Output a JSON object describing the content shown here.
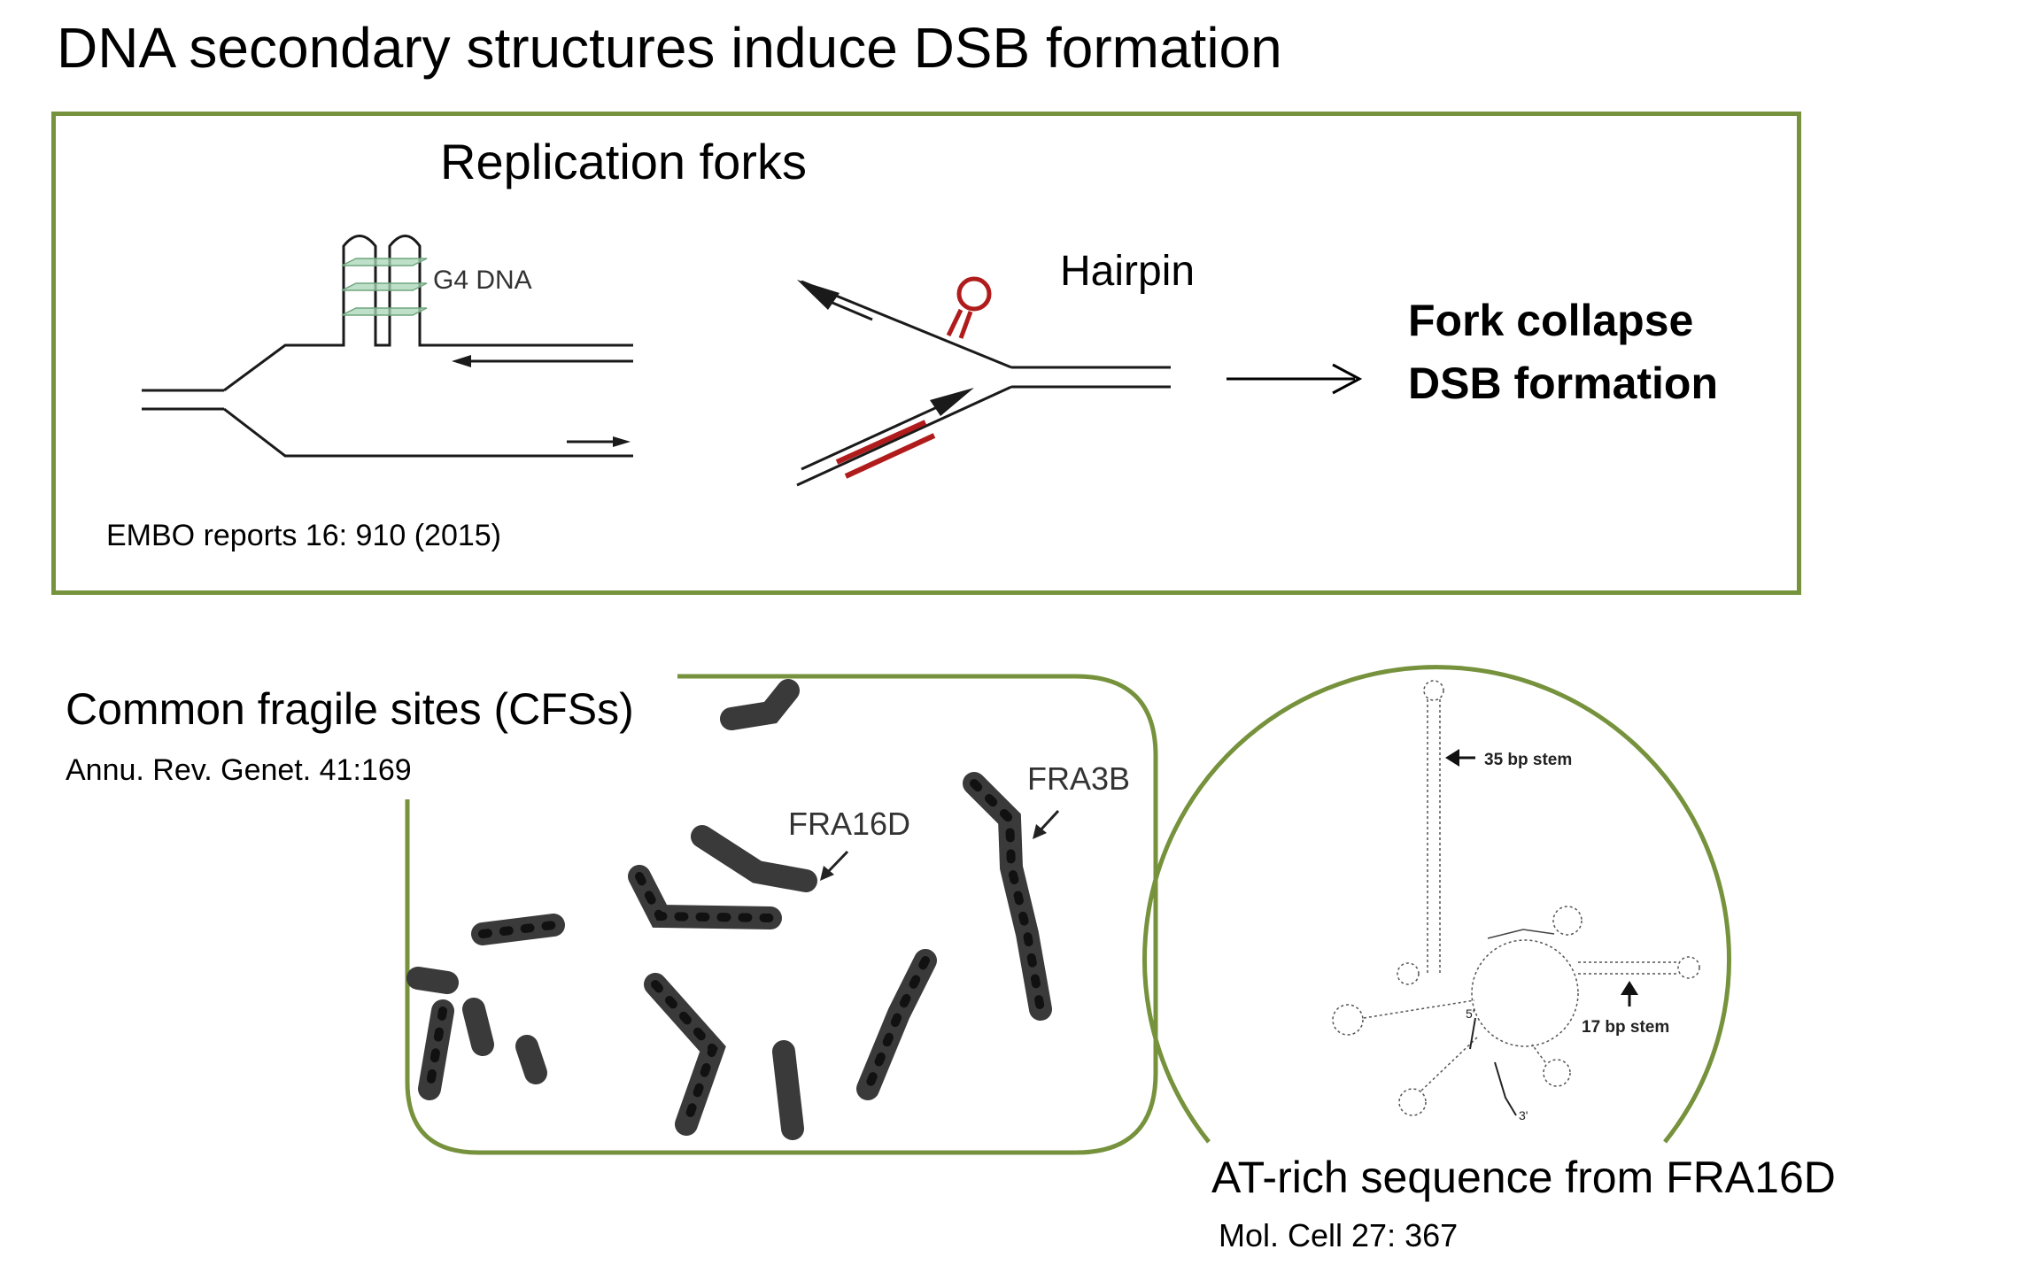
{
  "title": "DNA secondary structures induce DSB formation",
  "replication": {
    "heading": "Replication forks",
    "g4_label": "G4 DNA",
    "hairpin_label": "Hairpin",
    "outcome_line1": "Fork collapse",
    "outcome_line2": "DSB formation",
    "reference": "EMBO reports 16: 910 (2015)"
  },
  "fragile_sites": {
    "heading": "Common fragile sites (CFSs)",
    "reference": "Annu. Rev. Genet. 41:169",
    "fra16d_label": "FRA16D",
    "fra3b_label": "FRA3B"
  },
  "at_rich": {
    "stem1_label": "35 bp stem",
    "stem2_label": "17 bp stem",
    "five_prime": "5'",
    "three_prime": "3'",
    "heading": "AT-rich sequence from FRA16D",
    "reference": "Mol. Cell 27: 367"
  },
  "colors": {
    "panel_border": "#76923c",
    "hairpin_red": "#b01c1c",
    "g4_green": "#a9d6b5"
  }
}
